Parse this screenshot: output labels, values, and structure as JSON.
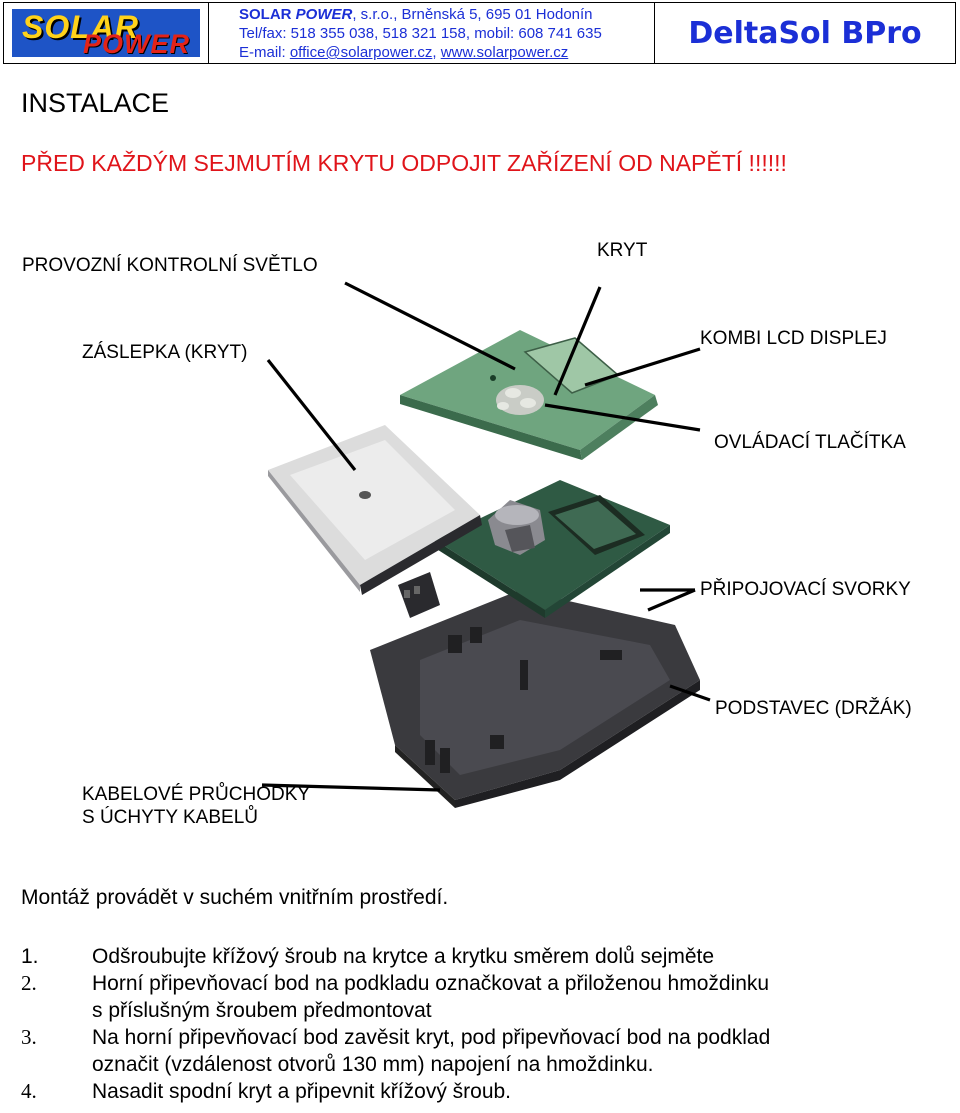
{
  "header": {
    "logo": {
      "solar": "SOLAR",
      "power": "POWER"
    },
    "company_name": "SOLAR",
    "company_name_italic": "POWER",
    "company_suffix": ", s.r.o.",
    "address": ", Brněnská 5, 695 01 Hodonín",
    "phones": "Tel/fax: 518 355 038, 518 321 158, mobil: 608 741 635",
    "email_label": "E-mail: ",
    "email": "office@solarpower.cz",
    "separator": ", ",
    "web": "www.solarpower.cz",
    "product": "DeltaSol BPro"
  },
  "heading": "INSTALACE",
  "warning": "PŘED KAŽDÝM SEJMUTÍM KRYTU ODPOJIT ZAŘÍZENÍ OD NAPĚTÍ !!!!!!",
  "diagram": {
    "labels": {
      "provozni": "PROVOZNÍ KONTROLNÍ SVĚTLO",
      "kryt": "KRYT",
      "zaslepka": "ZÁSLEPKA (KRYT)",
      "kombi": "KOMBI LCD DISPLEJ",
      "ovladaci": "OVLÁDACÍ TLAČÍTKA",
      "pripojovaci": "PŘIPOJOVACÍ SVORKY",
      "podstavec": "PODSTAVEC (DRŽÁK)",
      "kabelove_1": "KABELOVÉ PRŮCHODKY",
      "kabelove_2": "S ÚCHYTY KABELŮ"
    },
    "colors": {
      "cover_green": "#6fa57f",
      "board_green": "#2f5a44",
      "base_dark": "#3a3a3e",
      "blank_grey": "#dcdcdc"
    }
  },
  "note": "Montáž provádět v suchém vnitřním prostředí.",
  "steps": [
    {
      "num": "1.",
      "lines": [
        "Odšroubujte křížový šroub na krytce a krytku směrem dolů sejměte"
      ]
    },
    {
      "num": "2.",
      "lines": [
        "Horní připevňovací bod na podkladu označkovat a přiloženou hmoždinku",
        "s příslušným šroubem předmontovat"
      ]
    },
    {
      "num": "3.",
      "lines": [
        "Na horní připevňovací bod zavěsit kryt, pod připevňovací bod na podklad",
        "označit (vzdálenost otvorů 130 mm) napojení na hmoždinku."
      ]
    },
    {
      "num": "4.",
      "lines": [
        "Nasadit spodní kryt a připevnit křížový šroub."
      ]
    }
  ]
}
